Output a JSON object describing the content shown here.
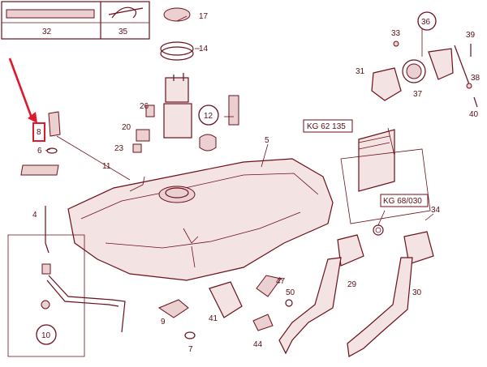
{
  "diagram": {
    "part_labels": [
      "32",
      "35",
      "17",
      "14",
      "36",
      "33",
      "39",
      "31",
      "38",
      "37",
      "40",
      "26",
      "12",
      "20",
      "23",
      "8",
      "6",
      "11",
      "5",
      "4",
      "34",
      "29",
      "30",
      "47",
      "50",
      "9",
      "41",
      "7",
      "44",
      "10"
    ],
    "circled_labels": [
      "12",
      "36",
      "10"
    ],
    "catalog_refs": [
      "KG 62 135",
      "KG 68/030"
    ],
    "colors": {
      "line": "#6b0f1a",
      "fill": "#f3e3e3",
      "highlight": "#e0182b"
    }
  }
}
